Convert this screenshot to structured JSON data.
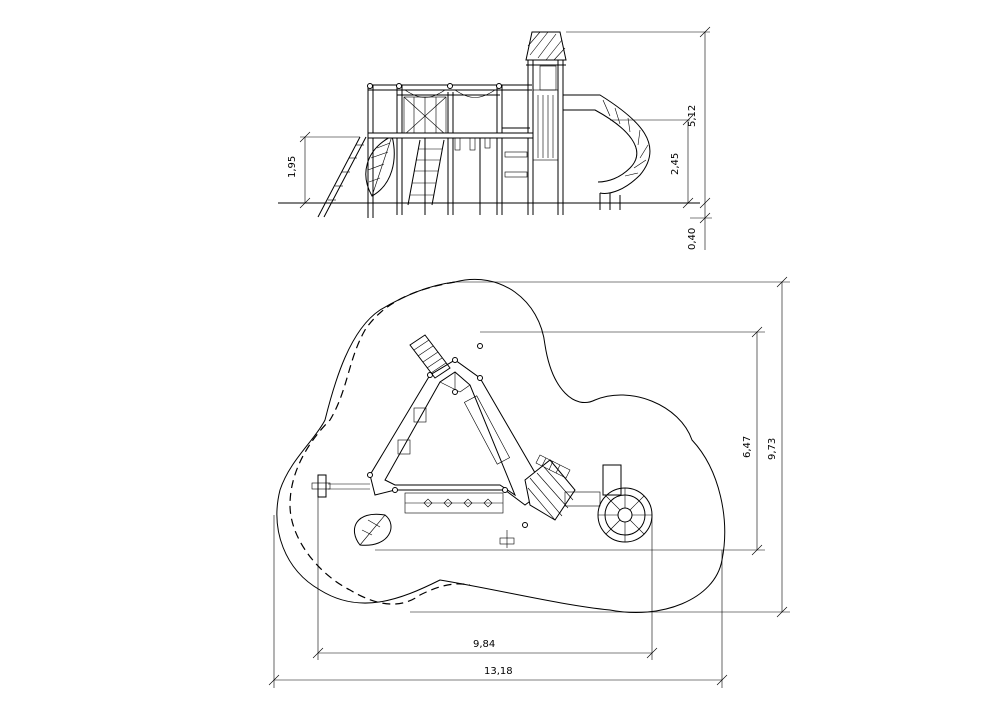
{
  "elevation_dimensions": {
    "total_height": "5,12",
    "platform_height": "1,95",
    "slide_height": "2,45",
    "foundation_depth": "0,40"
  },
  "plan_dimensions": {
    "equipment_depth": "6,47",
    "safety_depth": "9,73",
    "equipment_width": "9,84",
    "safety_width": "13,18"
  }
}
